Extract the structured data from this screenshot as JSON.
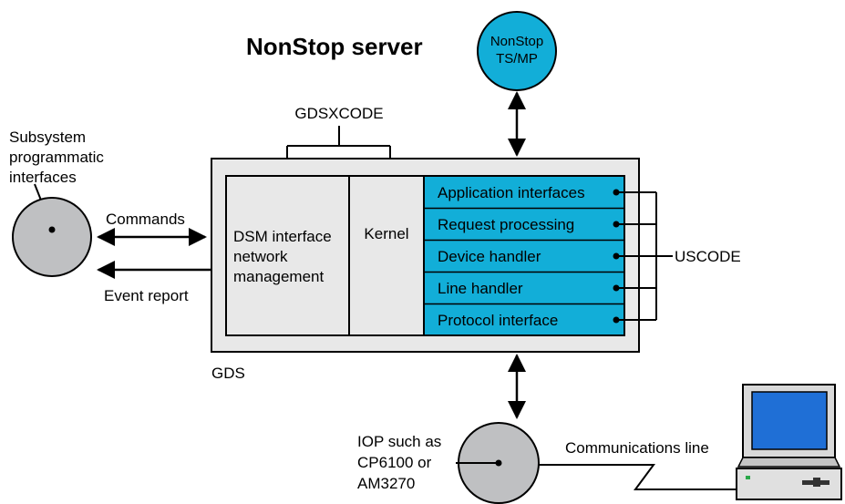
{
  "title": "NonStop server",
  "tsmp": {
    "line1": "NonStop",
    "line2": "TS/MP"
  },
  "gdsxcode": "GDSXCODE",
  "subsystem": {
    "line1": "Subsystem",
    "line2": "programmatic",
    "line3": "interfaces"
  },
  "commands": "Commands",
  "event_report": "Event report",
  "dsm": {
    "line1": "DSM interface",
    "line2": "network",
    "line3": "management"
  },
  "kernel": "Kernel",
  "uscode_items": [
    "Application interfaces",
    "Request processing",
    "Device handler",
    "Line handler",
    "Protocol interface"
  ],
  "uscode": "USCODE",
  "gds": "GDS",
  "iop": {
    "line1": "IOP such as",
    "line2": "CP6100 or",
    "line3": "AM3270"
  },
  "comm_line": "Communications line",
  "colors": {
    "cyan": "#12aed8",
    "gray_circle": "#bfc0c2",
    "panel": "#e8e8e8",
    "monitor_screen": "#1f6fd6"
  }
}
